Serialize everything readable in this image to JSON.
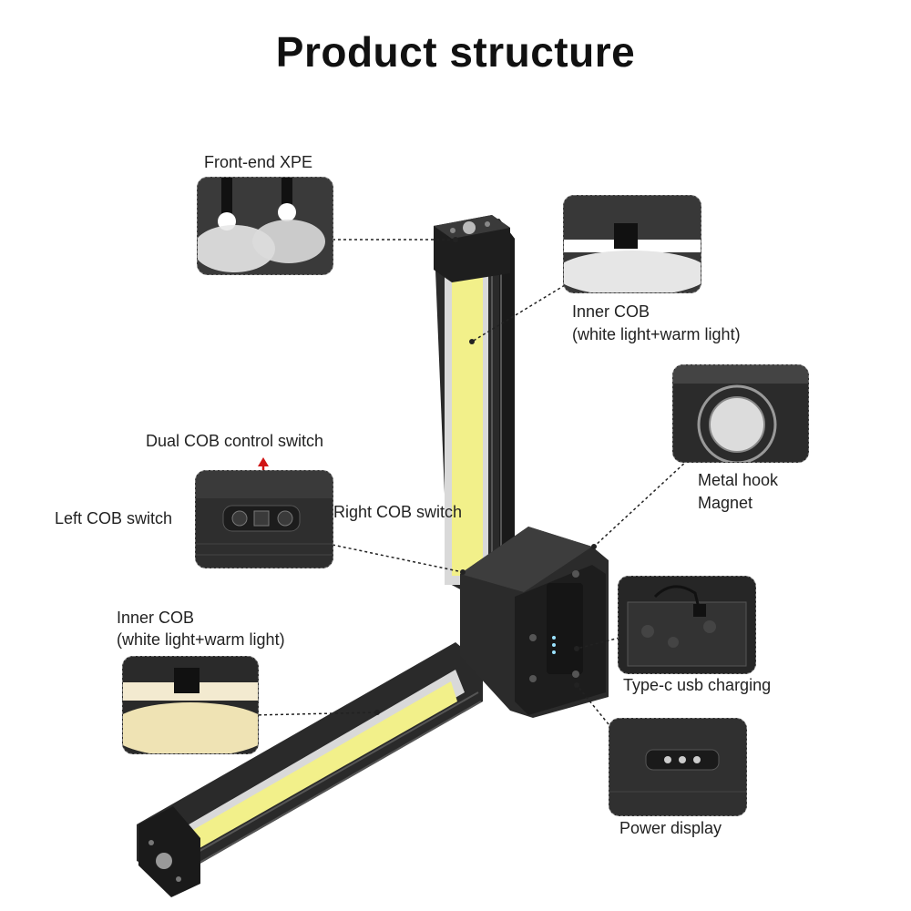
{
  "title": "Product structure",
  "labels": {
    "front_xpe": "Front-end XPE",
    "inner_cob_top_line1": "Inner COB",
    "inner_cob_top_line2": "(white light+warm light)",
    "dual_cob_switch": "Dual COB control switch",
    "left_cob_switch": "Left COB switch",
    "right_cob_switch": "Right COB switch",
    "metal_hook_line1": "Metal hook",
    "metal_hook_line2": "Magnet",
    "inner_cob_bottom_line1": "Inner COB",
    "inner_cob_bottom_line2": "(white light+warm light)",
    "type_c": "Type-c usb charging",
    "power_display": "Power display"
  },
  "colors": {
    "cob_yellow": "#f2f08a",
    "body_dark": "#2b2b2b",
    "warm_light": "#efe3b4",
    "arrow_red": "#d01515"
  }
}
